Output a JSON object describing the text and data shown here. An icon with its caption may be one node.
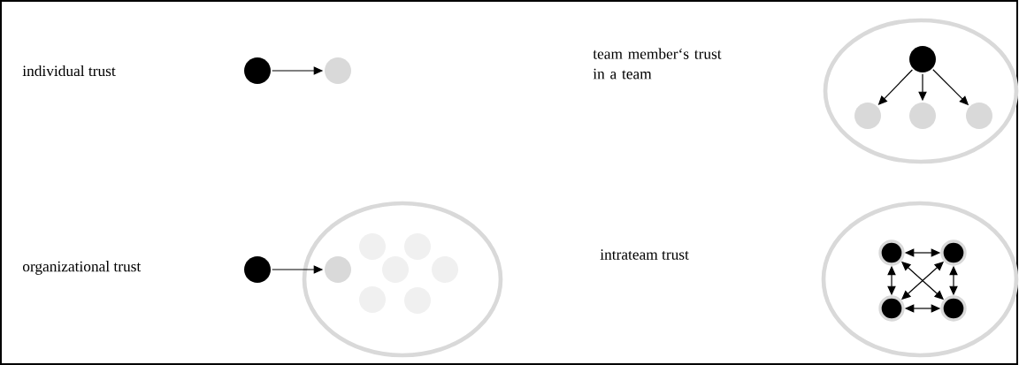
{
  "diagram": {
    "nodes": [
      {
        "text": [],
        "shape": "circle"
      },
      {
        "text": [],
        "shape": "circle"
      },
      {
        "text": [],
        "shape": "ellipse"
      },
      {
        "text": [],
        "shape": "circle",
        "in": 2
      },
      {
        "text": [],
        "shape": "circle",
        "in": 2
      },
      {
        "text": [],
        "shape": "circle",
        "in": 2
      },
      {
        "text": [],
        "shape": "circle",
        "in": 2
      },
      {
        "text": [],
        "shape": "circle"
      },
      {
        "text": [],
        "shape": "ellipse"
      },
      {
        "text": [],
        "shape": "circle",
        "in": 8
      },
      {
        "text": [],
        "shape": "circle",
        "in": 8
      },
      {
        "text": [],
        "shape": "circle",
        "in": 8
      },
      {
        "text": [],
        "shape": "circle",
        "in": 8
      },
      {
        "text": [],
        "shape": "circle",
        "in": 8
      },
      {
        "text": [],
        "shape": "circle",
        "in": 8
      },
      {
        "text": [],
        "shape": "circle",
        "in": 8
      },
      {
        "text": [],
        "shape": "ellipse"
      },
      {
        "text": [],
        "shape": "circle",
        "in": 16
      },
      {
        "text": [],
        "shape": "circle",
        "in": 16
      },
      {
        "text": [],
        "shape": "circle",
        "in": 16
      },
      {
        "text": [],
        "shape": "circle",
        "in": 16
      }
    ],
    "edges": [
      {
        "from": 0,
        "to": 1,
        "arrow": "to"
      },
      {
        "from": 3,
        "to": 4,
        "arrow": "to"
      },
      {
        "from": 3,
        "to": 5,
        "arrow": "to"
      },
      {
        "from": 3,
        "to": 6,
        "arrow": "to"
      },
      {
        "from": 7,
        "to": 9,
        "arrow": "to"
      },
      {
        "from": 17,
        "to": 18,
        "arrow": "both"
      },
      {
        "from": 17,
        "to": 19,
        "arrow": "both"
      },
      {
        "from": 18,
        "to": 20,
        "arrow": "both"
      },
      {
        "from": 19,
        "to": 20,
        "arrow": "both"
      },
      {
        "from": 17,
        "to": 20,
        "arrow": "both"
      },
      {
        "from": 18,
        "to": 19,
        "arrow": "both"
      }
    ],
    "labels": [
      "individual trust",
      "team member‘s trust in a team",
      "organizational trust",
      "intrateam trust"
    ]
  }
}
